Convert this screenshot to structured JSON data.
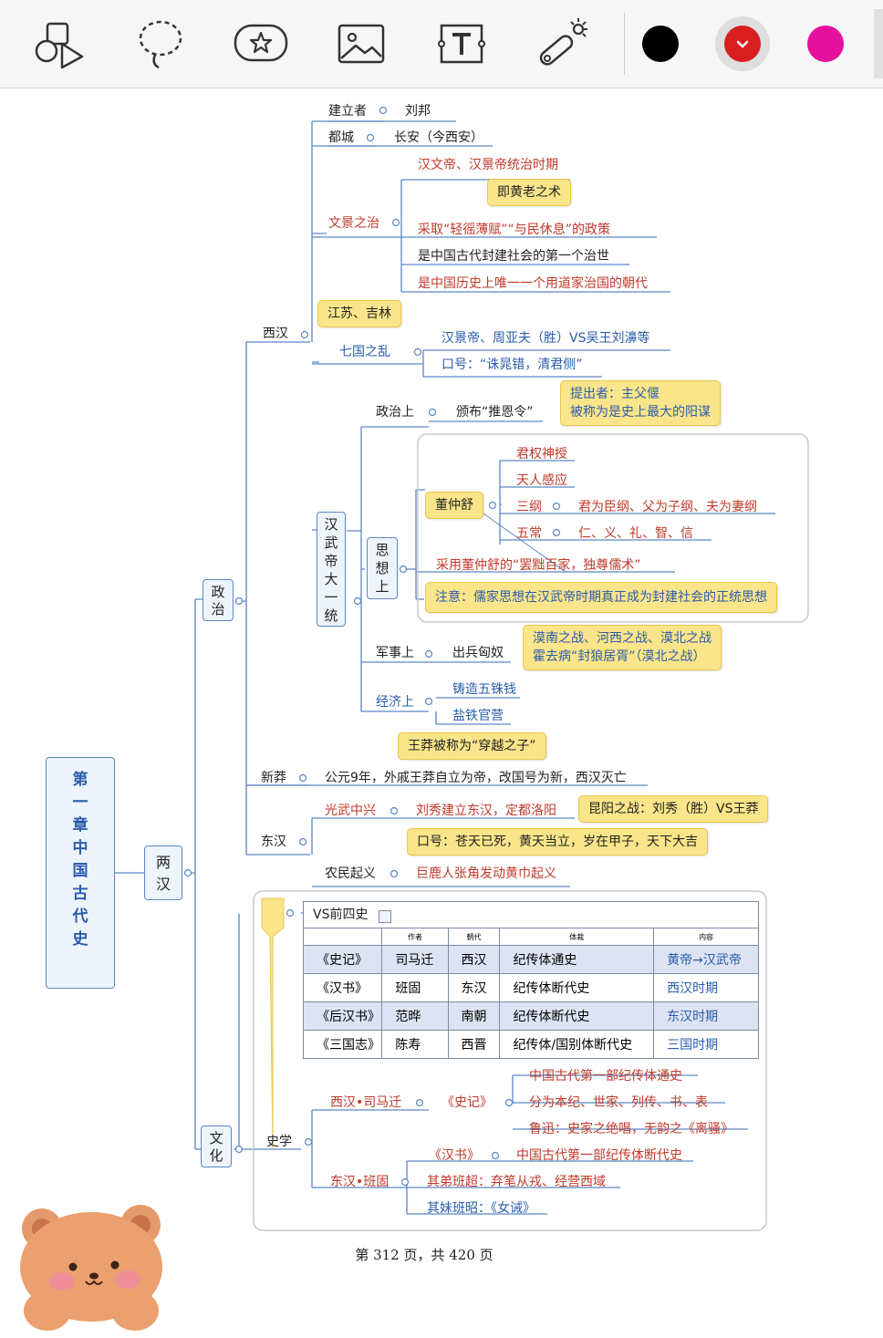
{
  "toolbar": {
    "tools": [
      {
        "icon": "shapes-icon"
      },
      {
        "icon": "lasso-icon"
      },
      {
        "icon": "sticker-icon"
      },
      {
        "icon": "image-icon"
      },
      {
        "icon": "text-box-icon"
      },
      {
        "icon": "laser-pointer-icon"
      }
    ],
    "colors": [
      "#000000",
      "#d81e1e",
      "#e6119e"
    ],
    "selected_color": "#d81e1e"
  },
  "mindmap": {
    "root": "第一章 中国古代史",
    "lianghan": "两汉",
    "zhengzhi": "政治",
    "wenhua": "文化",
    "xihan": {
      "label": "西汉",
      "jianlizhe_label": "建立者",
      "jianlizhe": "刘邦",
      "ducheng_label": "都城",
      "ducheng": "长安（今西安）",
      "wenjing": {
        "label": "文景之治",
        "items": [
          "汉文帝、汉景帝统治时期",
          "采取“轻徭薄赋”“与民休息”的政策",
          "是中国古代封建社会的第一个治世",
          "是中国历史上唯一一个用道家治国的朝代"
        ],
        "note": "即黄老之术"
      },
      "qiguo": {
        "label": "七国之乱",
        "note": "江苏、吉林",
        "items": [
          "汉景帝、周亚夫（胜）VS吴王刘濞等",
          "口号：“诛晁错，清君侧”"
        ]
      },
      "wudi": {
        "label": "汉武帝大一统",
        "zhengzhi_label": "政治上",
        "tuienling": "颁布“推恩令”",
        "tuienling_note": [
          "提出者：主父偃",
          "被称为是史上最大的阳谋"
        ],
        "sixiang_label": "思想上",
        "dongzhongshu": "董仲舒",
        "dong_items": [
          "君权神授",
          "天人感应"
        ],
        "sangang_label": "三纲",
        "sangang": "君为臣纲、父为子纲、夫为妻纲",
        "wuchang_label": "五常",
        "wuchang": "仁、义、礼、智、信",
        "baichu": "采用董仲舒的“罢黜百家，独尊儒术”",
        "zhuyi": "注意：儒家思想在汉武帝时期真正成为封建社会的正统思想",
        "junshi_label": "军事上",
        "chubing": "出兵匈奴",
        "chubing_note": [
          "漠南之战、河西之战、漠北之战",
          "霍去病“封狼居胥”（漠北之战）"
        ],
        "jingji_label": "经济上",
        "jingji_items": [
          "铸造五铢钱",
          "盐铁官营"
        ]
      }
    },
    "xinmang": {
      "label": "新莽",
      "text": "公元9年，外戚王莽自立为帝，改国号为新，西汉灭亡",
      "note": "王莽被称为“穿越之子”"
    },
    "donghan": {
      "label": "东汉",
      "guangwu_label": "光武中兴",
      "guangwu": "刘秀建立东汉，定都洛阳",
      "guangwu_note": "昆阳之战：刘秀（胜）VS王莽",
      "nongmin_label": "农民起义",
      "nongmin": "巨鹿人张角发动黄巾起义",
      "nongmin_note": "口号：苍天已死，黄天当立，岁在甲子，天下大吉"
    },
    "shixue": {
      "label": "史学",
      "table_title": "VS前四史",
      "headers": [
        "",
        "作者",
        "朝代",
        "体裁",
        "内容"
      ],
      "rows": [
        [
          "《史记》",
          "司马迁",
          "西汉",
          "纪传体通史",
          "黄帝→汉武帝"
        ],
        [
          "《汉书》",
          "班固",
          "东汉",
          "纪传体断代史",
          "西汉时期"
        ],
        [
          "《后汉书》",
          "范晔",
          "南朝",
          "纪传体断代史",
          "东汉时期"
        ],
        [
          "《三国志》",
          "陈寿",
          "西晋",
          "纪传体/国别体断代史",
          "三国时期"
        ]
      ],
      "simaqian_label": "西汉•司马迁",
      "shiji": "《史记》",
      "shiji_items": [
        "中国古代第一部纪传体通史",
        "分为本纪、世家、列传、书、表",
        "鲁迅：史家之绝唱，无韵之《离骚》"
      ],
      "bangu_label": "东汉•班固",
      "hanshu": "《汉书》",
      "hanshu_desc": "中国古代第一部纪传体断代史",
      "bangu_items": [
        "其弟班超：弃笔从戎、经营西域",
        "其妹班昭：《女诫》"
      ]
    }
  },
  "footer": "第 312 页，共 420 页"
}
